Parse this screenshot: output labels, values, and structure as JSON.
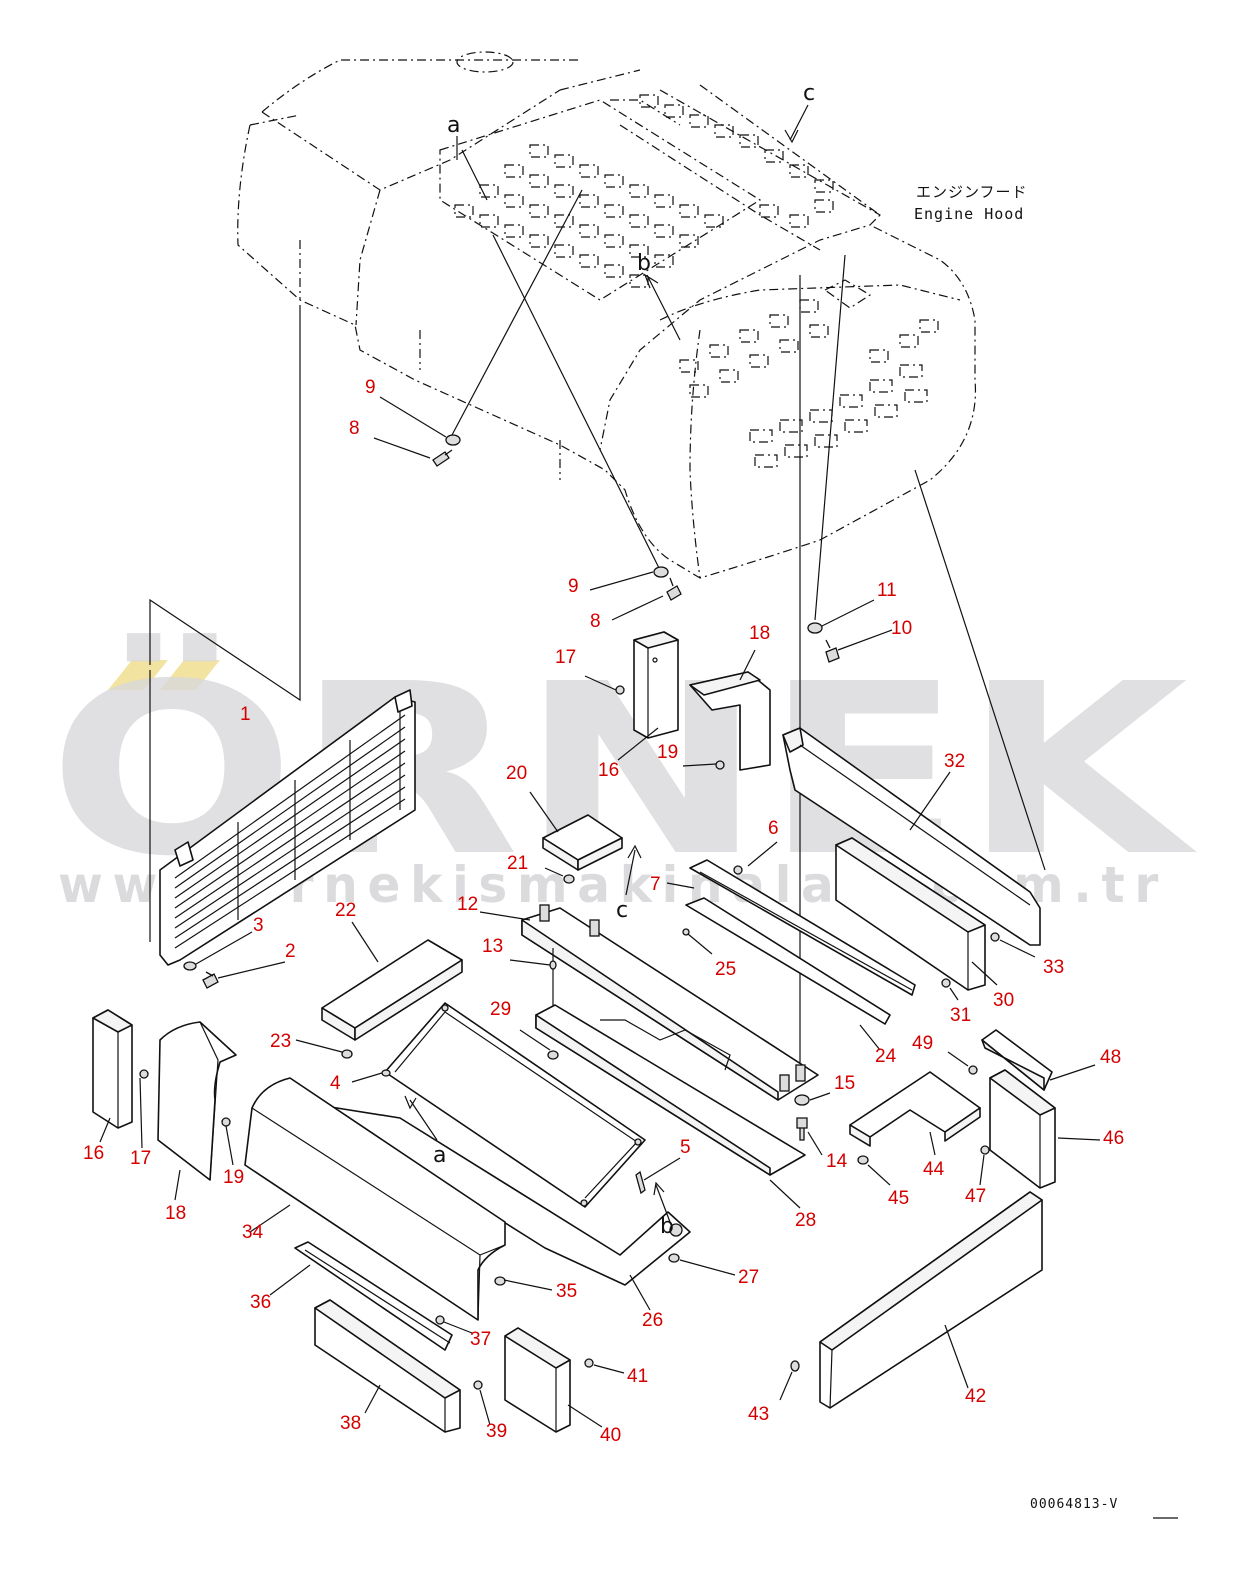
{
  "watermark": {
    "brand": "ÖRNEK",
    "url": "www.ornekismakinalari.com.tr",
    "accent_color": "#f2e3a0"
  },
  "hood_label": {
    "japanese": "エンジンフード",
    "english": "Engine Hood"
  },
  "reference_letters": [
    "a",
    "b",
    "c"
  ],
  "drawing_code": "00064813-V",
  "label_color": "#d40000",
  "part_labels": [
    {
      "id": "p9a",
      "text": "9"
    },
    {
      "id": "p8a",
      "text": "8"
    },
    {
      "id": "p9b",
      "text": "9"
    },
    {
      "id": "p8b",
      "text": "8"
    },
    {
      "id": "p11",
      "text": "11"
    },
    {
      "id": "p10",
      "text": "10"
    },
    {
      "id": "p17a",
      "text": "17"
    },
    {
      "id": "p18a",
      "text": "18"
    },
    {
      "id": "p16a",
      "text": "16"
    },
    {
      "id": "p19a",
      "text": "19"
    },
    {
      "id": "p1",
      "text": "1"
    },
    {
      "id": "p20",
      "text": "20"
    },
    {
      "id": "p21",
      "text": "21"
    },
    {
      "id": "p6",
      "text": "6"
    },
    {
      "id": "p7",
      "text": "7"
    },
    {
      "id": "p32",
      "text": "32"
    },
    {
      "id": "p3",
      "text": "3"
    },
    {
      "id": "p2",
      "text": "2"
    },
    {
      "id": "p22",
      "text": "22"
    },
    {
      "id": "p12",
      "text": "12"
    },
    {
      "id": "p13",
      "text": "13"
    },
    {
      "id": "p25",
      "text": "25"
    },
    {
      "id": "p33",
      "text": "33"
    },
    {
      "id": "p30",
      "text": "30"
    },
    {
      "id": "p31",
      "text": "31"
    },
    {
      "id": "p23",
      "text": "23"
    },
    {
      "id": "p29",
      "text": "29"
    },
    {
      "id": "p24",
      "text": "24"
    },
    {
      "id": "p4",
      "text": "4"
    },
    {
      "id": "p15",
      "text": "15"
    },
    {
      "id": "p49",
      "text": "49"
    },
    {
      "id": "p48",
      "text": "48"
    },
    {
      "id": "p14",
      "text": "14"
    },
    {
      "id": "p5",
      "text": "5"
    },
    {
      "id": "p44",
      "text": "44"
    },
    {
      "id": "p46",
      "text": "46"
    },
    {
      "id": "p16b",
      "text": "16"
    },
    {
      "id": "p17b",
      "text": "17"
    },
    {
      "id": "p19b",
      "text": "19"
    },
    {
      "id": "p18b",
      "text": "18"
    },
    {
      "id": "p34",
      "text": "34"
    },
    {
      "id": "p28",
      "text": "28"
    },
    {
      "id": "p45",
      "text": "45"
    },
    {
      "id": "p47",
      "text": "47"
    },
    {
      "id": "p27",
      "text": "27"
    },
    {
      "id": "p35",
      "text": "35"
    },
    {
      "id": "p26",
      "text": "26"
    },
    {
      "id": "p36",
      "text": "36"
    },
    {
      "id": "p37",
      "text": "37"
    },
    {
      "id": "p41",
      "text": "41"
    },
    {
      "id": "p42",
      "text": "42"
    },
    {
      "id": "p43",
      "text": "43"
    },
    {
      "id": "p38",
      "text": "38"
    },
    {
      "id": "p39",
      "text": "39"
    },
    {
      "id": "p40",
      "text": "40"
    }
  ]
}
